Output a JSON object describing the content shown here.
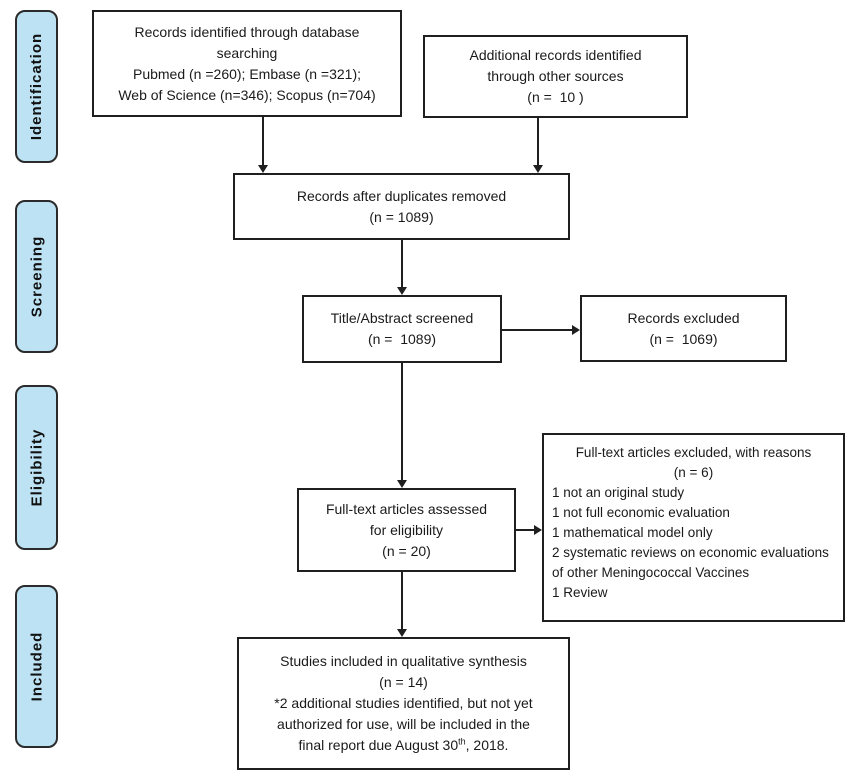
{
  "stages": [
    "Identification",
    "Screening",
    "Eligibility",
    "Included"
  ],
  "boxes": {
    "database_search": {
      "lines": [
        "Records identified through database",
        "searching",
        "Pubmed (n =260); Embase (n =321);",
        "Web of Science (n=346); Scopus (n=704)"
      ]
    },
    "other_sources": {
      "lines": [
        "Additional records identified",
        "through other sources",
        "(n =  10 )"
      ]
    },
    "duplicates_removed": {
      "lines": [
        "Records after duplicates removed",
        "(n = 1089)"
      ]
    },
    "title_abstract": {
      "lines": [
        "Title/Abstract screened",
        "(n =  1089)"
      ]
    },
    "records_excluded": {
      "lines": [
        "Records excluded",
        "(n =  1069)"
      ]
    },
    "fulltext_assessed": {
      "lines": [
        "Full-text articles assessed",
        "for eligibility",
        "(n = 20)"
      ]
    },
    "fulltext_excluded": {
      "heading": [
        "Full-text articles excluded, with reasons",
        "(n = 6)"
      ],
      "reasons": [
        "1 not an original study",
        "1 not full economic evaluation",
        "1 mathematical model only",
        "2 systematic reviews on economic evaluations of other Meningococcal Vaccines",
        "1 Review"
      ]
    },
    "included_synthesis": {
      "lines": [
        "Studies included in qualitative synthesis",
        "(n = 14)",
        "*2 additional studies identified, but not yet",
        "authorized for use, will be included in the"
      ],
      "final_line": {
        "prefix": "final report due August 30",
        "superscript": "th",
        "suffix": ", 2018."
      }
    }
  },
  "colors": {
    "stage_fill": "#BCE2F3",
    "box_border": "#1F1F1F",
    "box_fill": "#FFFFFF",
    "text": "#1A1A1A"
  }
}
